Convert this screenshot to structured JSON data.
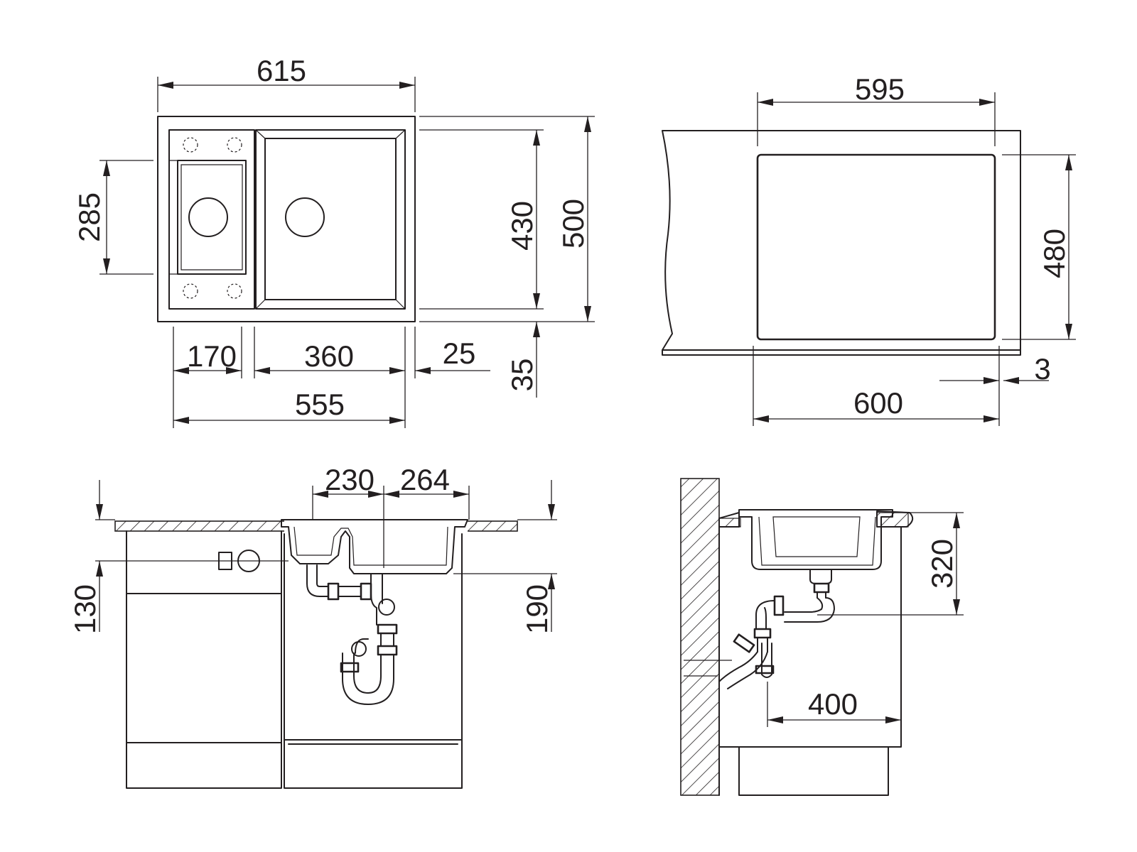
{
  "dimensions": {
    "overall_width": "615",
    "bowl_left_width": "170",
    "bowl_right_width": "360",
    "rim_offset": "25",
    "inner_total": "555",
    "small_bowl_height": "285",
    "bowl_depth_outer": "430",
    "overall_depth": "500",
    "lower_gap": "35",
    "cutout_width": "595",
    "cutout_depth": "480",
    "cabinet_width": "600",
    "cutout_radius": "3",
    "drain_spacing_left": "230",
    "drain_spacing_right": "264",
    "drain_height_left": "130",
    "drain_height_right": "190",
    "sink_depth_side": "320",
    "wall_offset": "400"
  },
  "colors": {
    "ink": "#231f20",
    "background": "#ffffff"
  }
}
